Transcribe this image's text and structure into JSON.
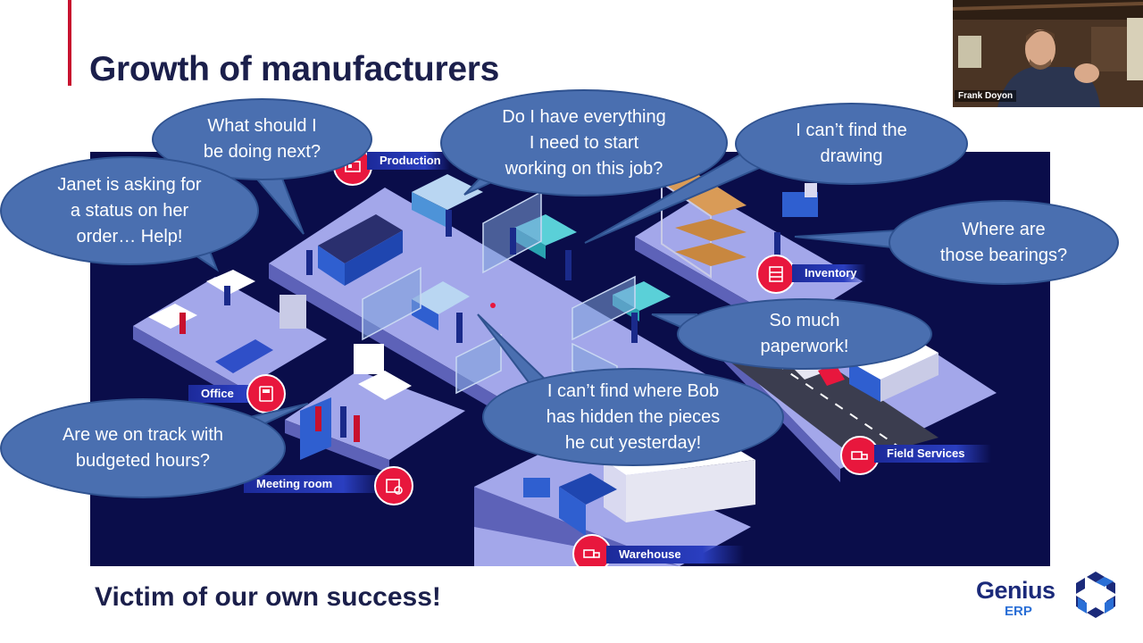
{
  "slide": {
    "title": "Growth of manufacturers",
    "footer": "Victim of our own success!"
  },
  "areas": {
    "production": "Production",
    "inventory": "Inventory",
    "office": "Office",
    "meeting_room": "Meeting room",
    "field_services": "Field Services",
    "warehouse": "Warehouse"
  },
  "bubbles": {
    "next": [
      "What should I",
      "be doing next?"
    ],
    "everything": [
      "Do I have everything",
      "I need to start",
      "working on this job?"
    ],
    "drawing": [
      "I can’t find the",
      "drawing"
    ],
    "janet": [
      "Janet is asking for",
      "a status on her",
      "order… Help!"
    ],
    "bearings": [
      "Where are",
      "those bearings?"
    ],
    "paperwork": [
      "So much",
      "paperwork!"
    ],
    "bob": [
      "I can’t find where Bob",
      "has hidden the pieces",
      "he cut yesterday!"
    ],
    "budget": [
      "Are we on track with",
      "budgeted hours?"
    ]
  },
  "webcam": {
    "name": "Frank Doyon"
  },
  "logo": {
    "word": "Genius",
    "sub": "ERP"
  },
  "colors": {
    "title": "#1b1f4b",
    "accent": "#c8102e",
    "scene_background": "#0a0d4a",
    "floor": "#9fa3e6",
    "bubble": "#4a6fb0",
    "area_icon": "#e8173d"
  }
}
